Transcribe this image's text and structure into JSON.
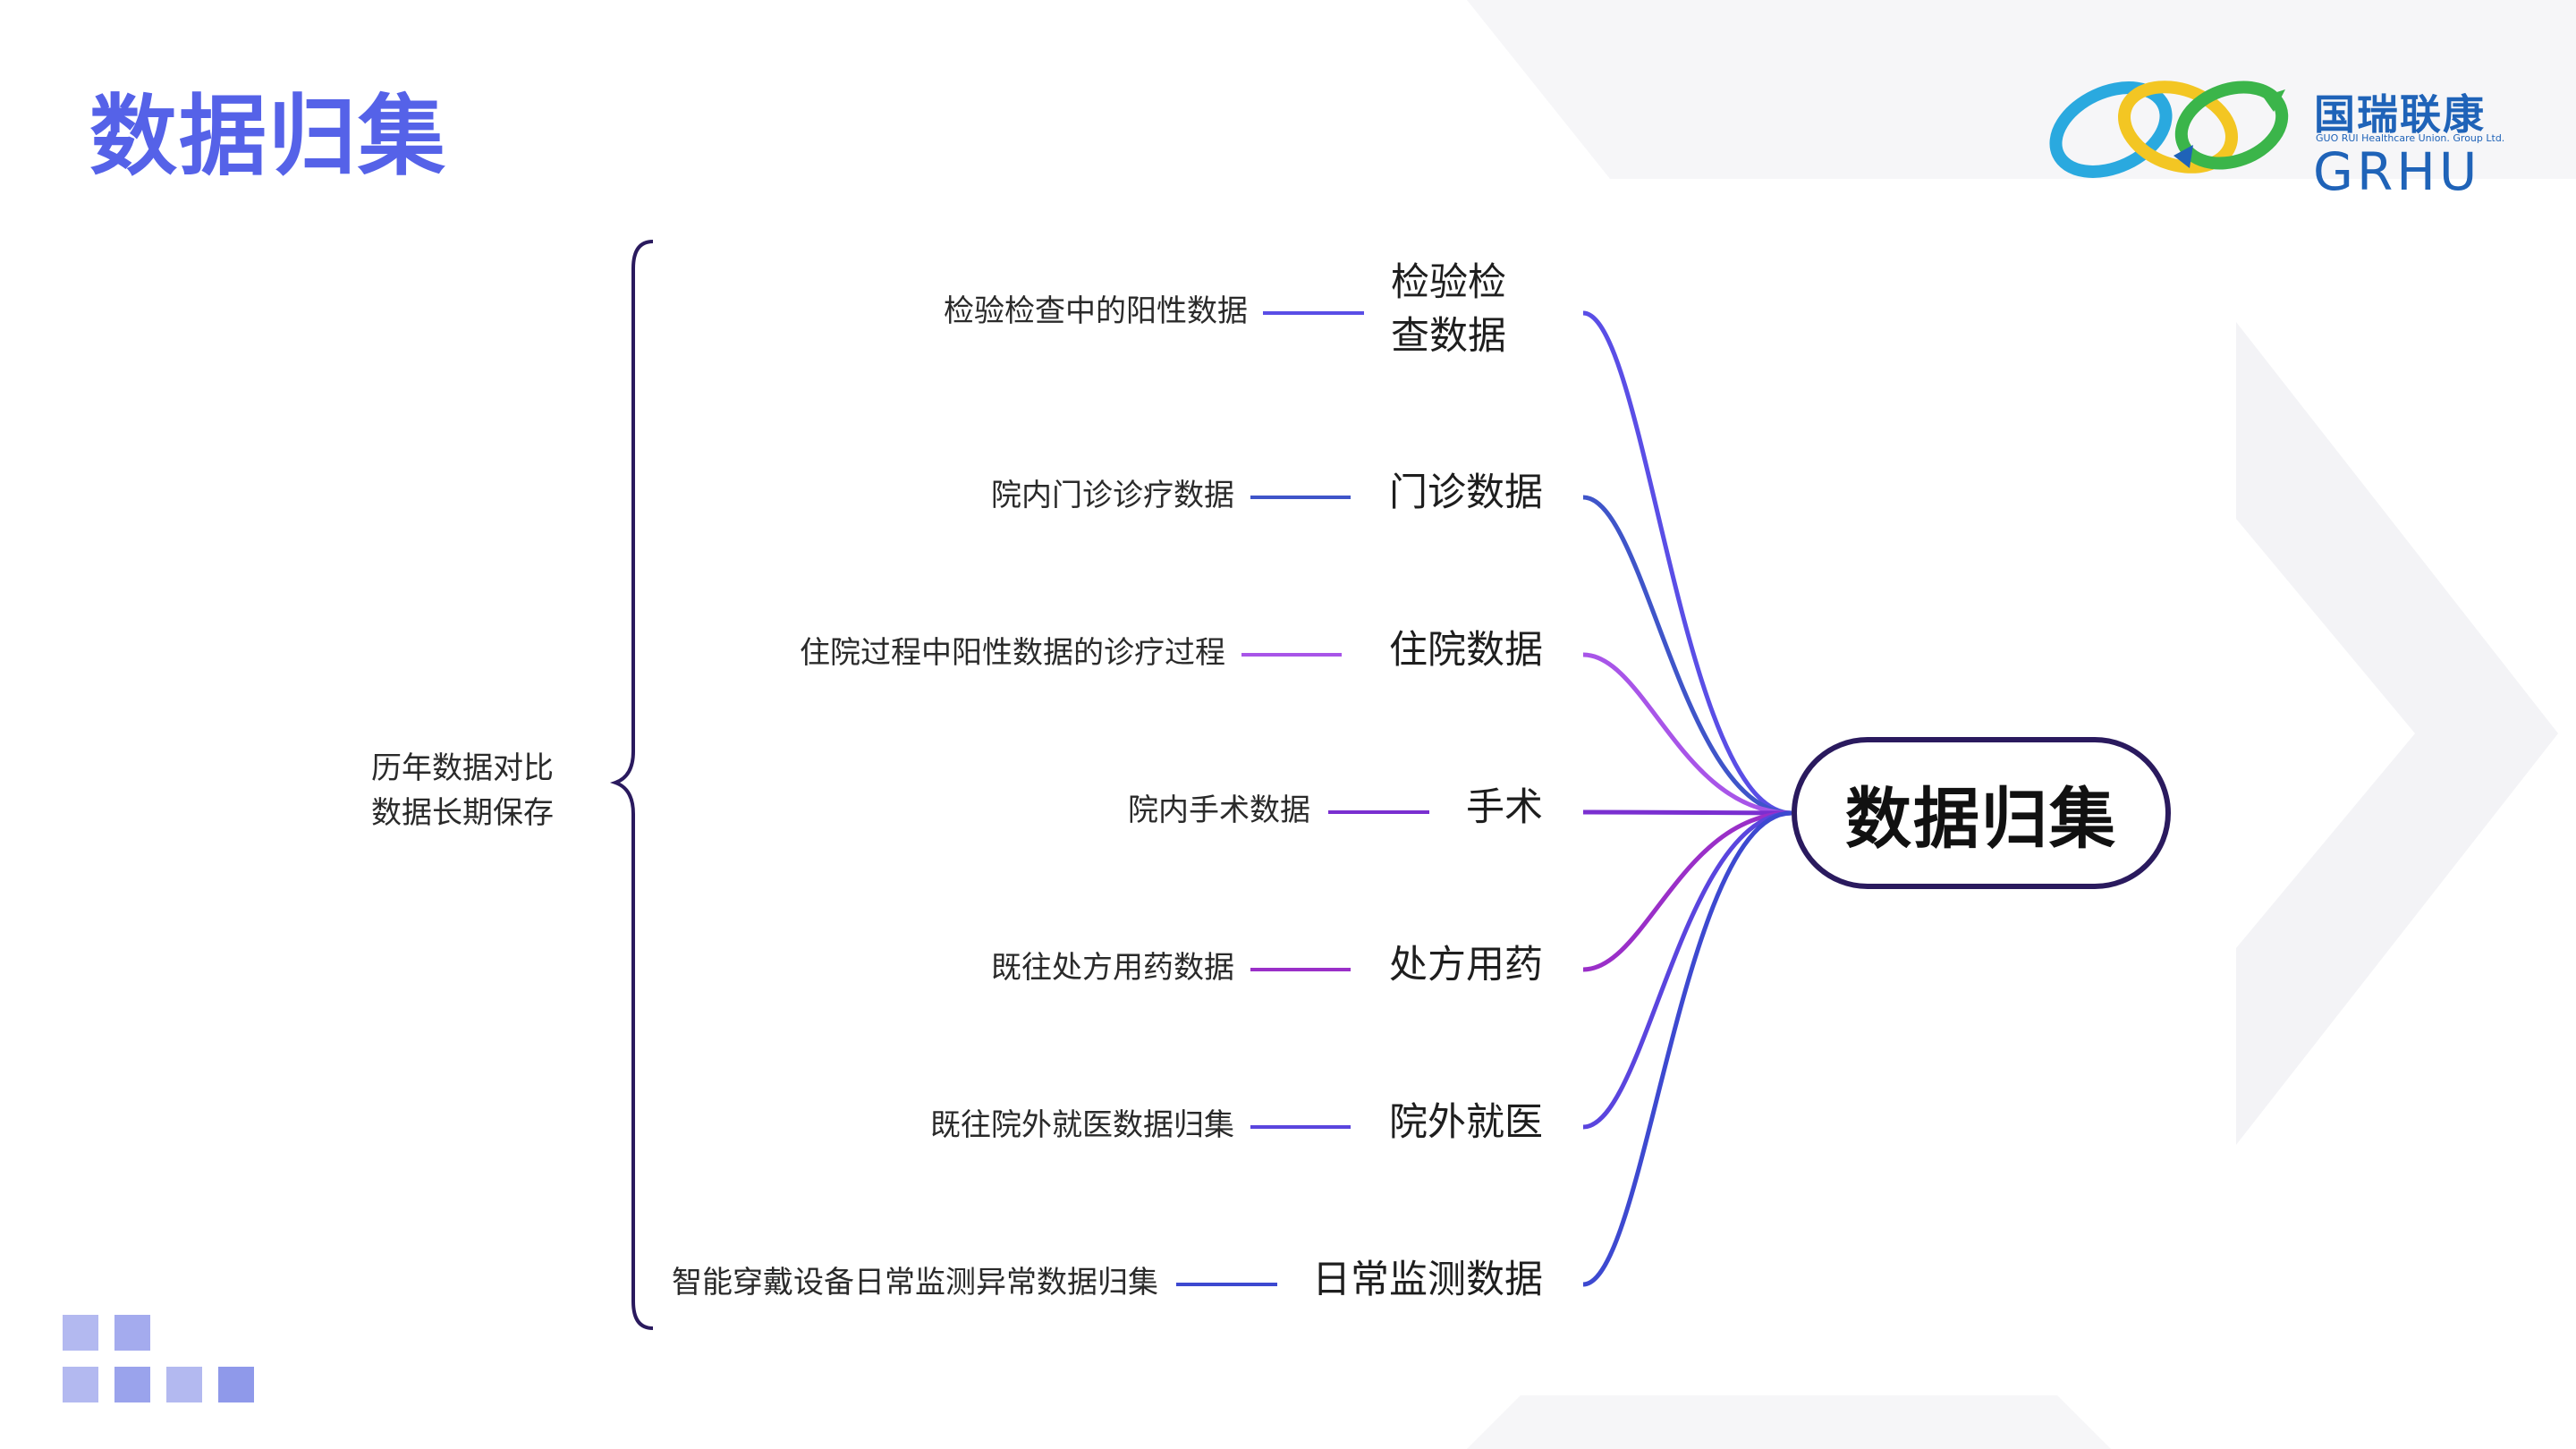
{
  "title": "数据归集",
  "logo": {
    "name": "国瑞联康",
    "subtitle": "GUO RUI Healthcare Union. Group Ltd.",
    "english": "GRHU"
  },
  "mindmap": {
    "center": "数据归集",
    "left_label_lines": [
      "历年数据对比",
      "数据长期保存"
    ],
    "branches": [
      {
        "label_lines": [
          "检验检",
          "查数据"
        ],
        "detail": "检验检查中的阳性数据",
        "color": "#5a4ee6"
      },
      {
        "label_lines": [
          "门诊数据"
        ],
        "detail": "院内门诊诊疗数据",
        "color": "#3f55c9"
      },
      {
        "label_lines": [
          "住院数据"
        ],
        "detail": "住院过程中阳性数据的诊疗过程",
        "color": "#a855e8"
      },
      {
        "label_lines": [
          "手术"
        ],
        "detail": "院内手术数据",
        "color": "#7a2fd0"
      },
      {
        "label_lines": [
          "处方用药"
        ],
        "detail": "既往处方用药数据",
        "color": "#9a2fc8"
      },
      {
        "label_lines": [
          "院外就医"
        ],
        "detail": "既往院外就医数据归集",
        "color": "#5a45de"
      },
      {
        "label_lines": [
          "日常监测数据"
        ],
        "detail": "智能穿戴设备日常监测异常数据归集",
        "color": "#3d49d0"
      }
    ]
  },
  "colors": {
    "title": "#5562e8",
    "brace": "#2a1a5e",
    "center_border": "#2a1a5e",
    "decor_squares": "#9aa3ec",
    "background_shapes": "#f4f4f6",
    "logo_blue": "#1f63b8",
    "logo_green": "#3bb54a",
    "logo_yellow": "#f3c623",
    "logo_cyan": "#2aa9df"
  }
}
